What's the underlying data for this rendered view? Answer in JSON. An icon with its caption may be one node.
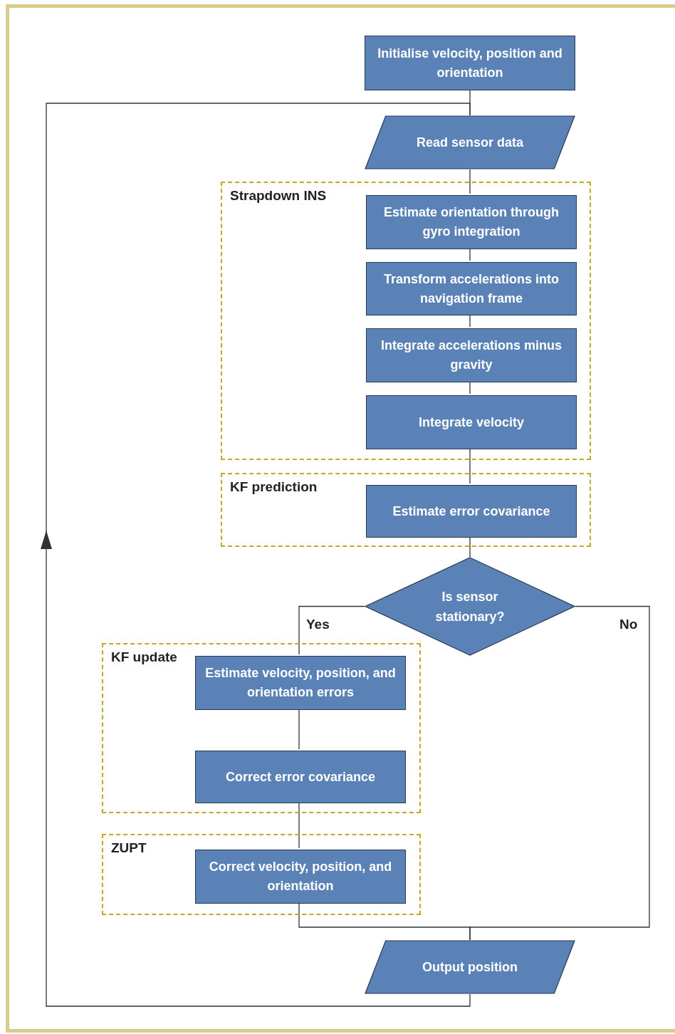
{
  "diagram": {
    "nodes": [
      {
        "text": [
          "Initialise velocity, position and orientation"
        ]
      },
      {
        "text": [
          "Read sensor data"
        ]
      },
      {
        "text": [
          "Strapdown INS"
        ]
      },
      {
        "text": [
          "Estimate orientation through gyro integration"
        ],
        "in": 2
      },
      {
        "text": [
          "Transform accelerations into navigation frame"
        ],
        "in": 2
      },
      {
        "text": [
          "Integrate accelerations minus gravity"
        ],
        "in": 2
      },
      {
        "text": [
          "Integrate velocity"
        ],
        "in": 2
      },
      {
        "text": [
          "KF prediction"
        ]
      },
      {
        "text": [
          "Estimate error covariance"
        ],
        "in": 7
      },
      {
        "text": [
          "Is sensor stationary?"
        ]
      },
      {
        "text": [
          "KF update"
        ]
      },
      {
        "text": [
          "Estimate velocity, position, and orientation errors"
        ],
        "in": 10
      },
      {
        "text": [
          "Correct error covariance"
        ],
        "in": 10
      },
      {
        "text": [
          "ZUPT"
        ]
      },
      {
        "text": [
          "Correct velocity, position, and orientation"
        ],
        "in": 13
      },
      {
        "text": [
          "Output position"
        ]
      }
    ],
    "edges": [
      {
        "from": 0,
        "to": 1,
        "arrow": "none"
      },
      {
        "from": 1,
        "to": 3,
        "arrow": "none"
      },
      {
        "from": 3,
        "to": 4,
        "arrow": "none"
      },
      {
        "from": 4,
        "to": 5,
        "arrow": "none"
      },
      {
        "from": 5,
        "to": 6,
        "arrow": "none"
      },
      {
        "from": 6,
        "to": 8,
        "arrow": "none"
      },
      {
        "from": 8,
        "to": 9,
        "arrow": "none"
      },
      {
        "from": 9,
        "to": 11,
        "arrow": "none",
        "label": "Yes"
      },
      {
        "from": 11,
        "to": 12,
        "arrow": "none"
      },
      {
        "from": 12,
        "to": 14,
        "arrow": "none"
      },
      {
        "from": 14,
        "to": 15,
        "arrow": "none"
      },
      {
        "from": 9,
        "to": 15,
        "arrow": "none",
        "label": "No"
      },
      {
        "from": 15,
        "to": 1,
        "arrow": "to"
      }
    ]
  }
}
